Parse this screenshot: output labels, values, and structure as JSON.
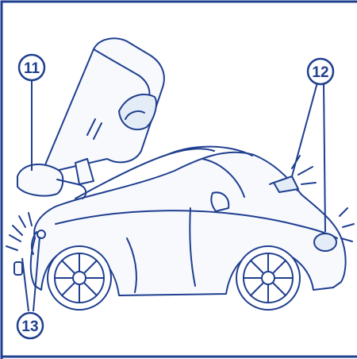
{
  "callouts": [
    {
      "label": "11"
    },
    {
      "label": "12"
    },
    {
      "label": "13"
    }
  ],
  "colors": {
    "line": "#1f3f8f",
    "frame": "#1f3f8f",
    "car_fill": "#f7f9fd",
    "screen_fill": "#e4ecf7",
    "background": "#ffffff"
  },
  "icons": {
    "car": "toy-car-outline",
    "handset": "flip-up-handset",
    "headlight_glow": "light-rays"
  }
}
